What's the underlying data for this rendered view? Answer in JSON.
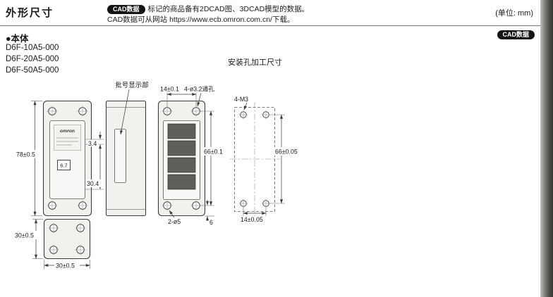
{
  "header": {
    "title": "外形尺寸",
    "cad_badge": "CAD数据",
    "note_line1": "标记的商品备有2DCAD图、3DCAD模型的数据。",
    "note_line2": "CAD数据可从网站 https://www.ecb.omron.com.cn/下载。",
    "unit": "(单位: mm)"
  },
  "section": {
    "title": "●本体",
    "cad_badge": "CAD数据",
    "models": [
      "D6F-10A5-000",
      "D6F-20A5-000",
      "D6F-50A5-000"
    ],
    "mounting_caption": "安装孔加工尺寸"
  },
  "front_view": {
    "height_dim": "78±0.5",
    "brand": "omron",
    "display_value": "6.7",
    "dim_3_4": "3.4",
    "dim_30_4": "30.4"
  },
  "bottom_view": {
    "height_dim": "30±0.5",
    "width_dim": "30±0.5"
  },
  "side_view": {
    "batch_label": "批号显示部"
  },
  "rear_view": {
    "hole_pitch_h": "14±0.1",
    "through_hole_label": "4-ø3.2通孔",
    "hole_pitch_v": "66±0.1",
    "bottom_hole_label": "2-ø5",
    "edge_dim": "6"
  },
  "mount_view": {
    "tap_label": "4-M3",
    "pitch_v": "66±0.05",
    "pitch_h": "14±0.05"
  }
}
